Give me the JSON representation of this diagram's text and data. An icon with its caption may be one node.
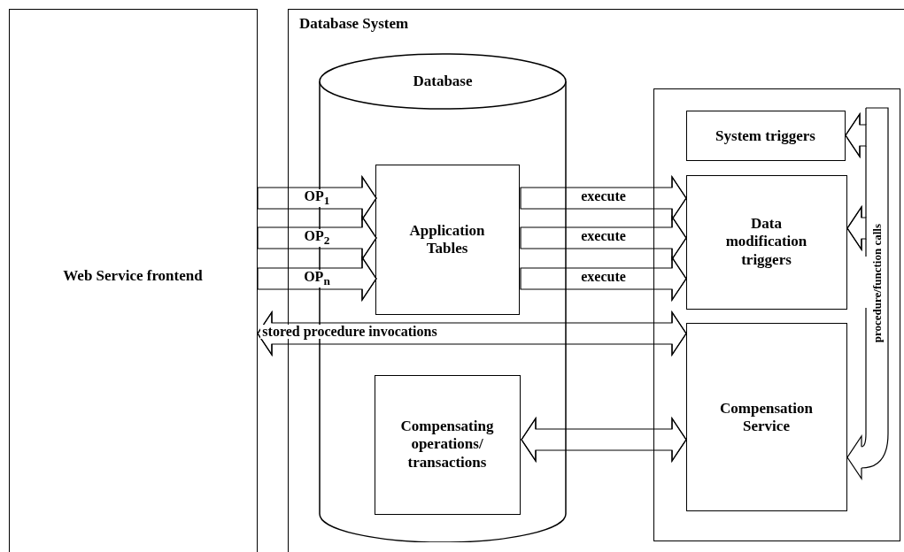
{
  "diagram": {
    "nodes": [
      {
        "text": [
          "Web Service frontend"
        ]
      },
      {
        "text": [
          "Database System"
        ]
      },
      {
        "text": [
          "Database"
        ],
        "in": 1
      },
      {
        "text": [
          "Application Tables"
        ],
        "in": 2
      },
      {
        "text": [
          "Compensating operations/ transactions"
        ],
        "in": 2
      },
      {
        "text": [],
        "shape": "box",
        "in": 1
      },
      {
        "text": [
          "System triggers"
        ],
        "in": 5
      },
      {
        "text": [
          "Data modification triggers"
        ],
        "in": 5
      },
      {
        "text": [
          "Compensation Service"
        ],
        "in": 5
      }
    ],
    "edges": [
      {
        "from": 0,
        "to": 3,
        "arrow": "to",
        "label": "OP$_{1}$"
      },
      {
        "from": 0,
        "to": 3,
        "arrow": "to",
        "label": "OP$_{2}$"
      },
      {
        "from": 0,
        "to": 3,
        "arrow": "to",
        "label": "OP$_{n}$"
      },
      {
        "from": 3,
        "to": 7,
        "arrow": "to",
        "label": "execute"
      },
      {
        "from": 3,
        "to": 7,
        "arrow": "to",
        "label": "execute"
      },
      {
        "from": 3,
        "to": 7,
        "arrow": "to",
        "label": "execute"
      },
      {
        "from": 0,
        "to": 8,
        "arrow": "both",
        "label": "stored procedure invocations"
      },
      {
        "from": 4,
        "to": 8,
        "arrow": "both"
      },
      {
        "from": null,
        "to": 6,
        "arrow": "to"
      },
      {
        "from": null,
        "to": 7,
        "arrow": "to"
      },
      {
        "from": null,
        "to": 8,
        "arrow": "to",
        "label": "procedure/function calls"
      }
    ]
  }
}
